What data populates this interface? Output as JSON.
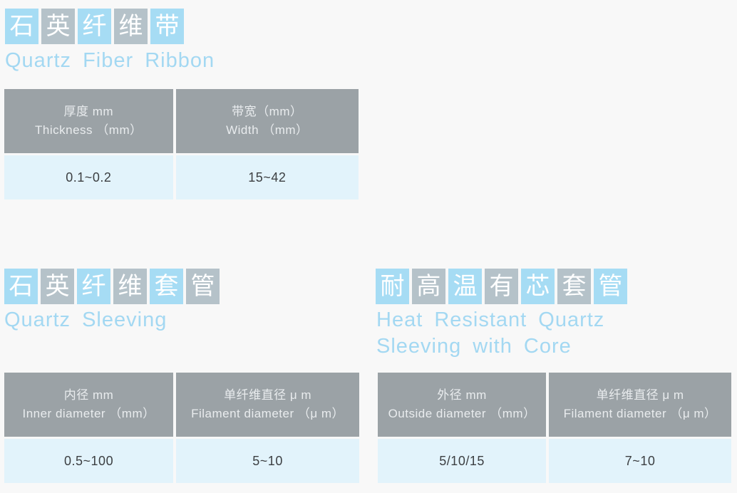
{
  "page": {
    "background": "#f8f8f8"
  },
  "palette": {
    "char_box_blue": "#a6dcf4",
    "char_box_gray": "#b5c2c9",
    "table_header_bg": "#9ba2a6",
    "table_row_bg": "#e2f3fb",
    "subtitle_text": "#a3d8f2",
    "header_text": "#e9ecee",
    "cell_text": "#3c3f42"
  },
  "sections": [
    {
      "name": "quartz-fiber-ribbon",
      "title_zh": "石英纤维带",
      "title_chars": [
        {
          "char": "石",
          "tone": "blue"
        },
        {
          "char": "英",
          "tone": "gray"
        },
        {
          "char": "纤",
          "tone": "blue"
        },
        {
          "char": "维",
          "tone": "gray"
        },
        {
          "char": "带",
          "tone": "blue"
        }
      ],
      "subtitle_en": "Quartz Fiber Ribbon",
      "table": {
        "columns": [
          {
            "label_zh": "厚度 mm",
            "label_en": "Thickness （mm）"
          },
          {
            "label_zh": "带宽（mm）",
            "label_en": "Width （mm）"
          }
        ],
        "values": [
          "0.1~0.2",
          "15~42"
        ]
      }
    },
    {
      "name": "quartz-sleeving",
      "title_zh": "石英纤维套管",
      "title_chars": [
        {
          "char": "石",
          "tone": "blue"
        },
        {
          "char": "英",
          "tone": "gray"
        },
        {
          "char": "纤",
          "tone": "blue"
        },
        {
          "char": "维",
          "tone": "gray"
        },
        {
          "char": "套",
          "tone": "blue"
        },
        {
          "char": "管",
          "tone": "gray"
        }
      ],
      "subtitle_en": "Quartz Sleeving",
      "table": {
        "columns": [
          {
            "label_zh": "内径 mm",
            "label_en": "Inner diameter （mm）"
          },
          {
            "label_zh": "单纤维直径 μ m",
            "label_en": "Filament diameter （μ m）"
          }
        ],
        "values": [
          "0.5~100",
          "5~10"
        ]
      }
    },
    {
      "name": "heat-resistant-quartz-sleeving-with-core",
      "title_zh": "耐高温有芯套管",
      "title_chars": [
        {
          "char": "耐",
          "tone": "blue"
        },
        {
          "char": "高",
          "tone": "gray"
        },
        {
          "char": "温",
          "tone": "blue"
        },
        {
          "char": "有",
          "tone": "gray"
        },
        {
          "char": "芯",
          "tone": "blue"
        },
        {
          "char": "套",
          "tone": "gray"
        },
        {
          "char": "管",
          "tone": "blue"
        }
      ],
      "subtitle_en": "Heat Resistant Quartz Sleeving with Core",
      "table": {
        "columns": [
          {
            "label_zh": "外径 mm",
            "label_en": "Outside diameter （mm）"
          },
          {
            "label_zh": "单纤维直径 μ m",
            "label_en": "Filament diameter （μ m）"
          }
        ],
        "values": [
          "5/10/15",
          "7~10"
        ]
      }
    }
  ]
}
